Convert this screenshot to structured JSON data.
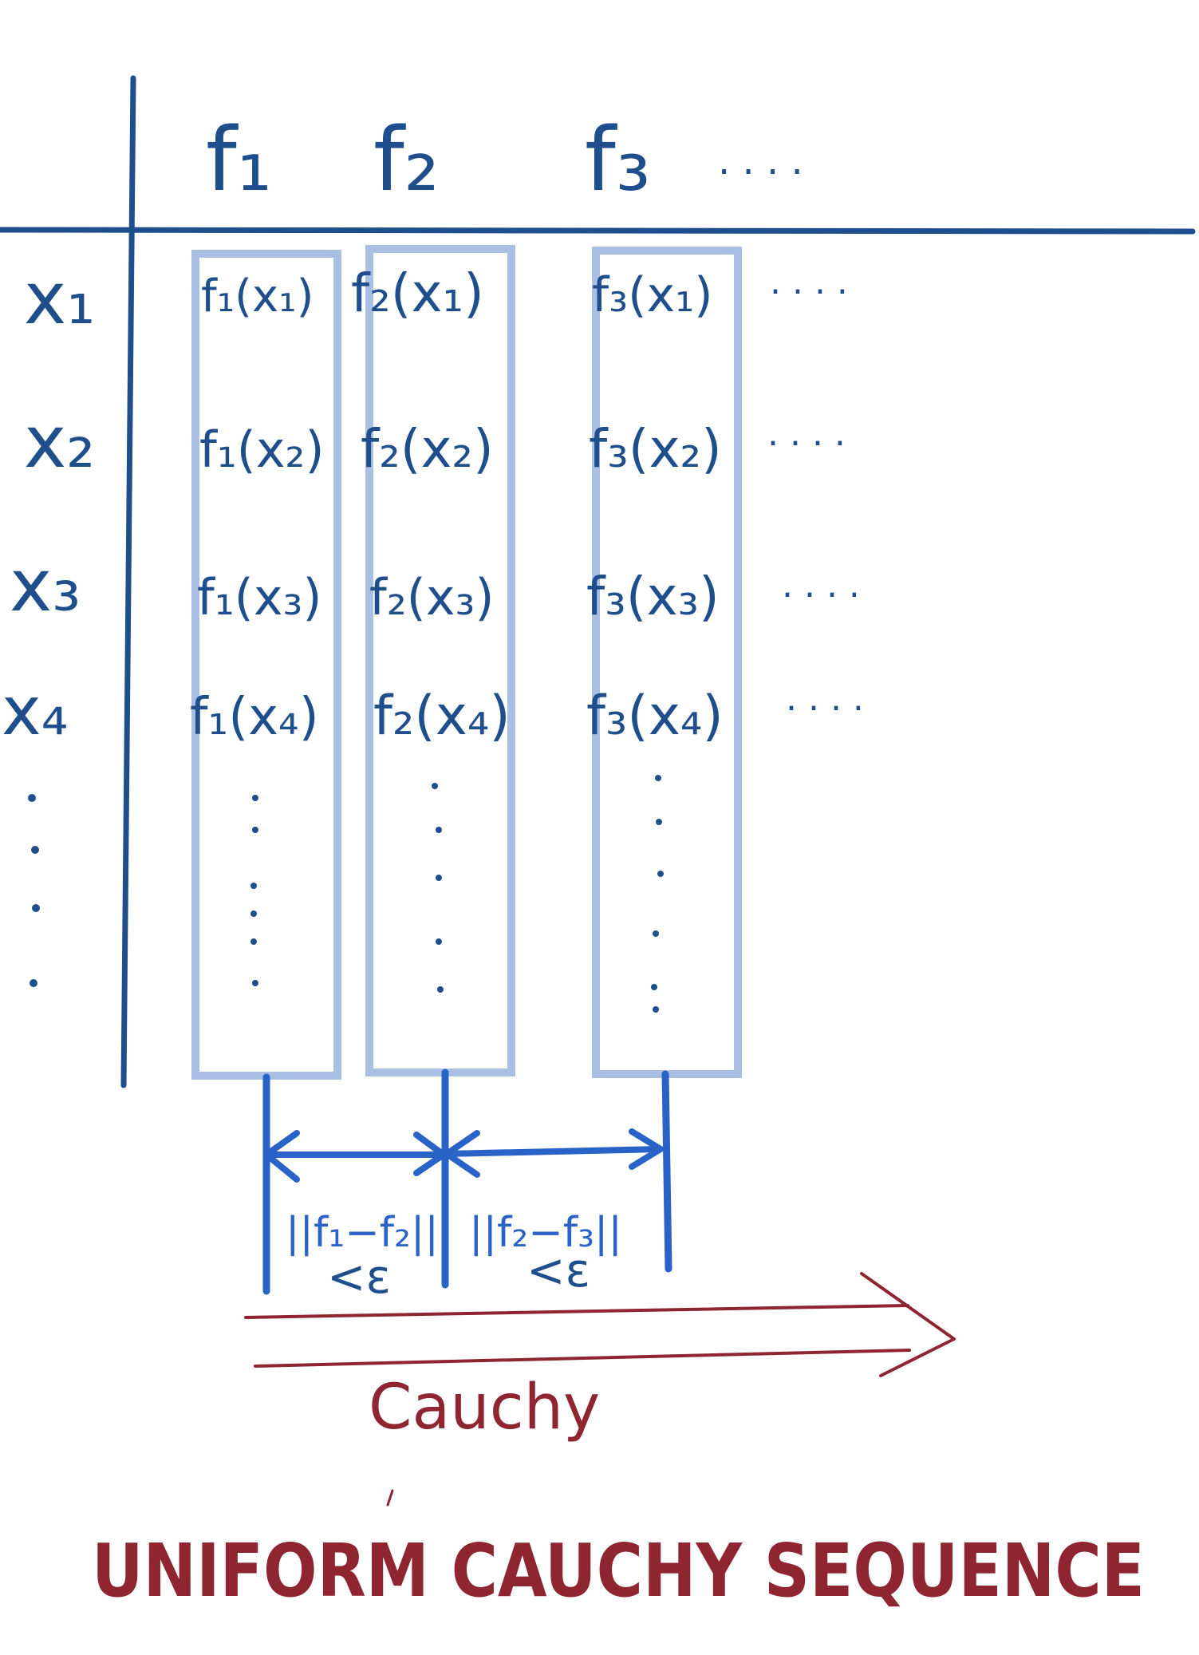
{
  "columns": [
    {
      "label": "f₁"
    },
    {
      "label": "f₂"
    },
    {
      "label": "f₃"
    }
  ],
  "column_ellipsis": ". . . .",
  "rows": [
    {
      "label": "x₁"
    },
    {
      "label": "x₂"
    },
    {
      "label": "x₃"
    },
    {
      "label": "x₄"
    }
  ],
  "cells": [
    [
      "f₁(x₁)",
      "f₂(x₁)",
      "f₃(x₁)"
    ],
    [
      "f₁(x₂)",
      "f₂(x₂)",
      "f₃(x₂)"
    ],
    [
      "f₁(x₃)",
      "f₂(x₃)",
      "f₃(x₃)"
    ],
    [
      "f₁(x₄)",
      "f₂(x₄)",
      "f₃(x₄)"
    ]
  ],
  "row_ellipsis": ". . . .",
  "distances": [
    {
      "norm": "||f₁−f₂||",
      "bound": "<ε"
    },
    {
      "norm": "||f₂−f₃||",
      "bound": "<ε"
    }
  ],
  "arrow_label": "Cauchy",
  "title": "UNIFORM CAUCHY SEQUENCE",
  "colors": {
    "ink": "#1f4e8c",
    "highlight": "#a9c0e4",
    "arrow": "#2a63c7",
    "accent": "#8e2531"
  }
}
